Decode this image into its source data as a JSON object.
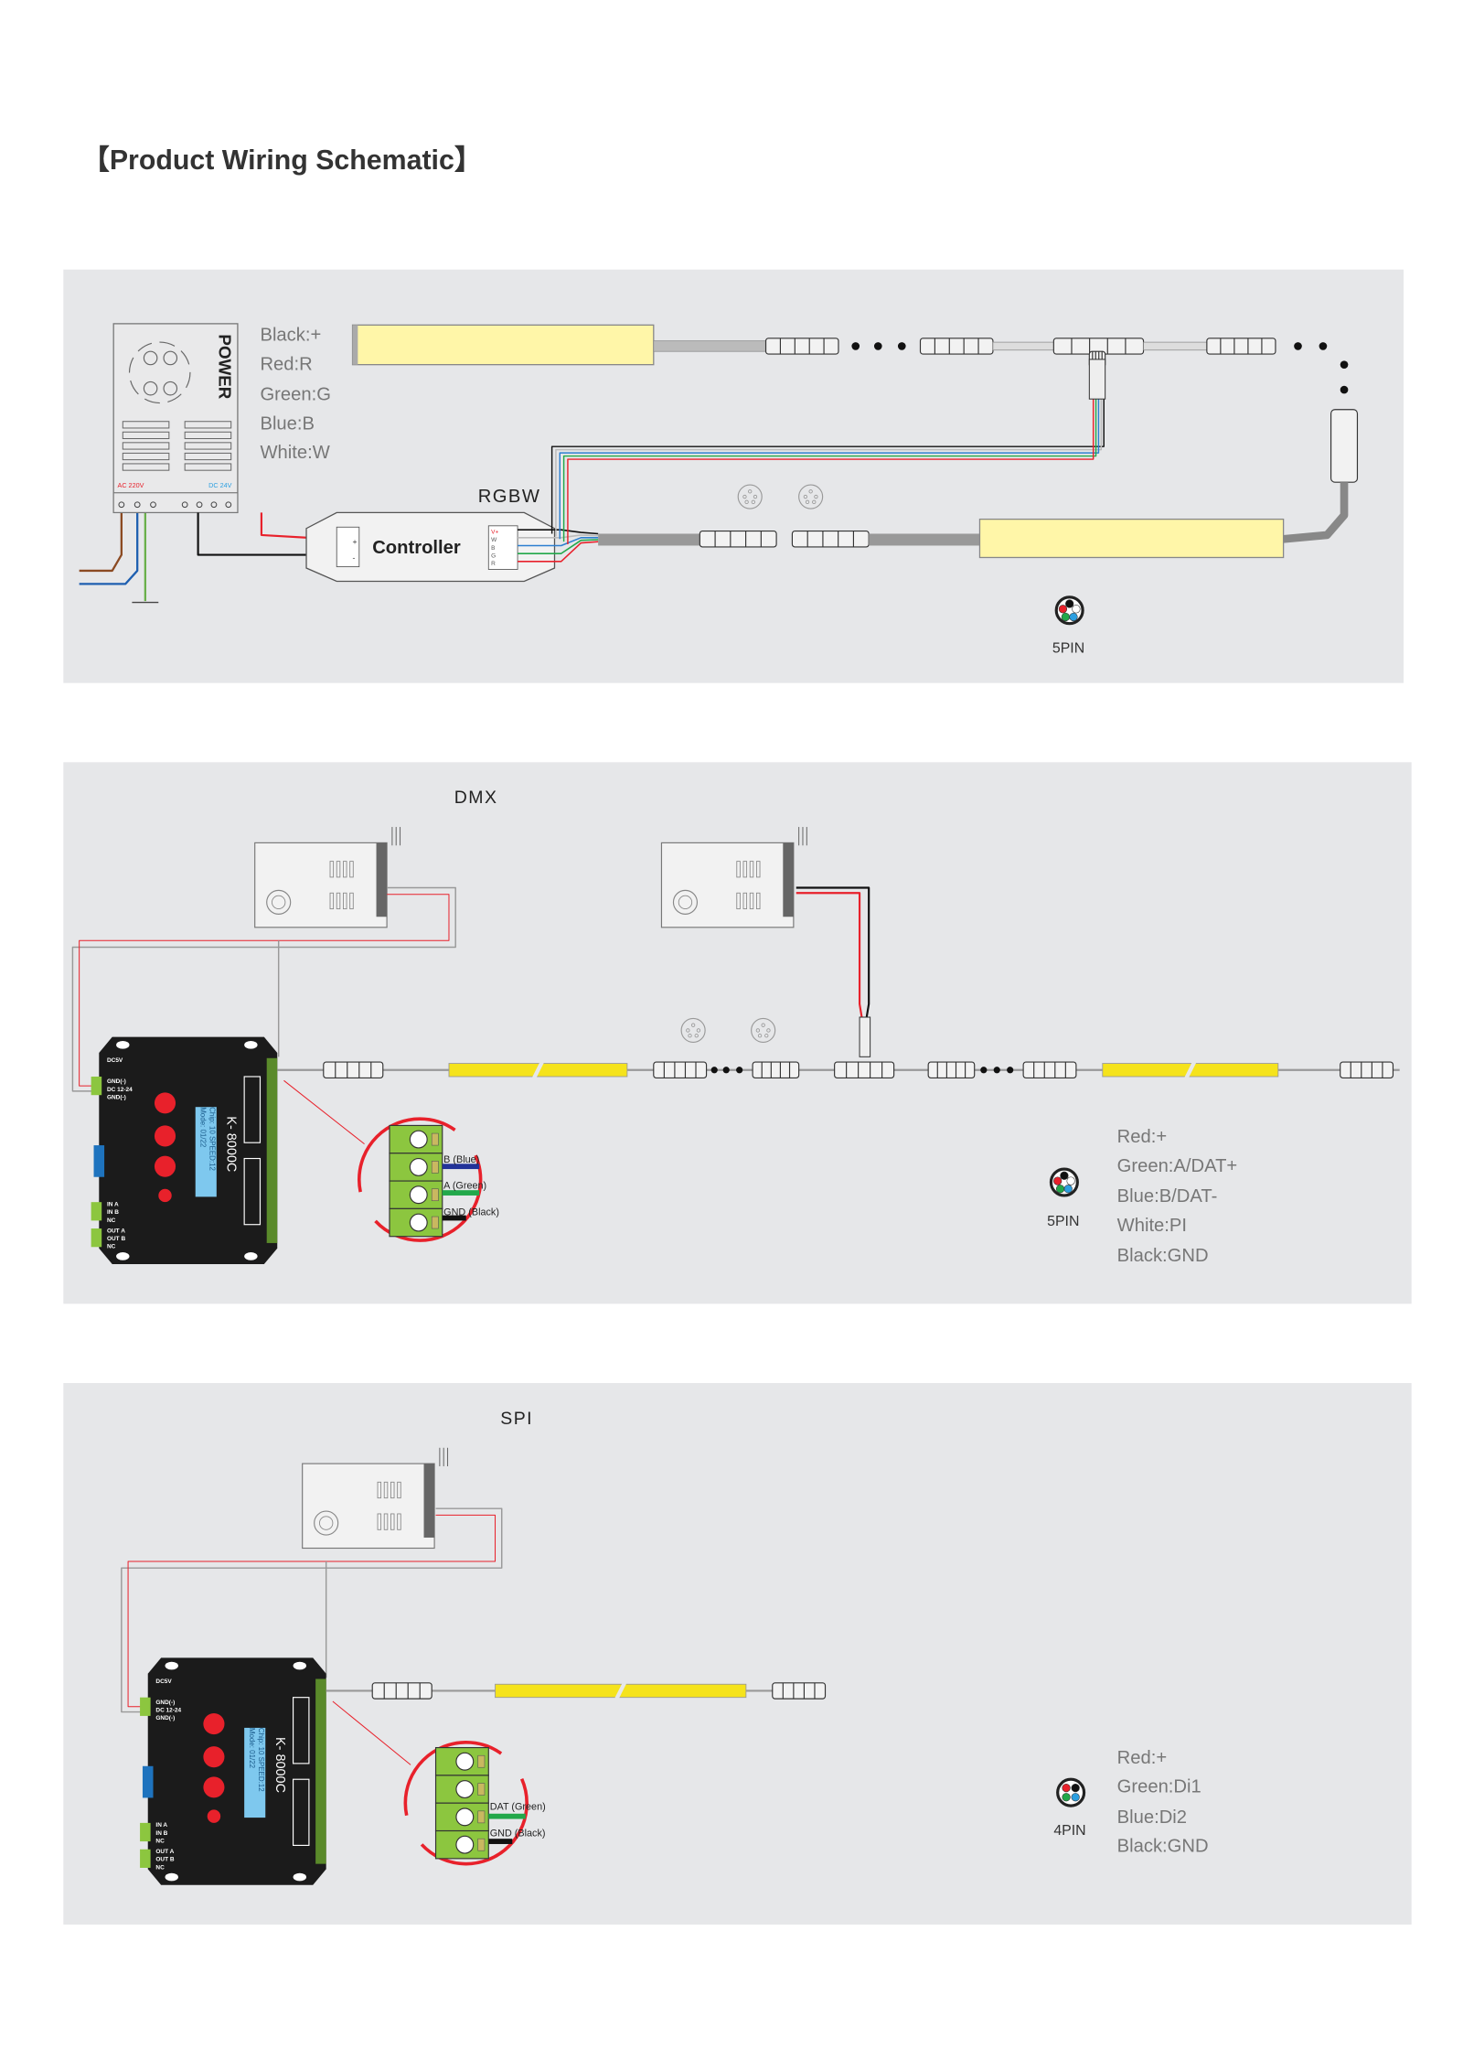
{
  "title": "【Product Wiring Schematic】",
  "rgbw_panel": {
    "power_label": "POWER",
    "ac_label": "AC 220V",
    "dc_label": "DC 24V",
    "controller_label": "Controller",
    "rgbw_label": "RGBW",
    "terminals": [
      "V+",
      "W",
      "B",
      "G",
      "R"
    ],
    "plus": "+",
    "minus": "-",
    "legend": [
      "Black:+",
      "Red:R",
      "Green:G",
      "Blue:B",
      "White:W"
    ],
    "pin_label": "5PIN"
  },
  "dmx_panel": {
    "section_label": "DMX",
    "terminal_labels": [
      "B (Blue)",
      "A (Green)",
      "GND (Black)"
    ],
    "pin_label": "5PIN",
    "legend": [
      "Red:+",
      "Green:A/DAT+",
      "Blue:B/DAT-",
      "White:PI",
      "Black:GND"
    ]
  },
  "spi_panel": {
    "section_label": "SPI",
    "terminal_labels": [
      "DAT (Green)",
      "GND (Black)"
    ],
    "pin_label": "4PIN",
    "legend": [
      "Red:+",
      "Green:Di1",
      "Blue:Di2",
      "Black:GND"
    ]
  },
  "k8000": {
    "model": "K- 8000C",
    "chip": "Chip: 10   SPEED:12",
    "mode": "Mode: 01/22",
    "dc5v": "DC5V",
    "gnd": "GND(-)",
    "dc1224": "DC 12-24",
    "gnd2": "GND(-)",
    "ina": "IN A",
    "inb": "IN B",
    "nc": "NC",
    "outa": "OUT A",
    "outb": "OUT B",
    "nc2": "NC"
  },
  "colors": {
    "panel_bg": "#e6e7e9",
    "strip_warm": "#fff6a8",
    "strip_yellow": "#f5e31c",
    "terminal_green": "#8cc63f",
    "wire_red": "#e8212b",
    "wire_blue": "#2c7fd0",
    "wire_green": "#22a84a"
  }
}
